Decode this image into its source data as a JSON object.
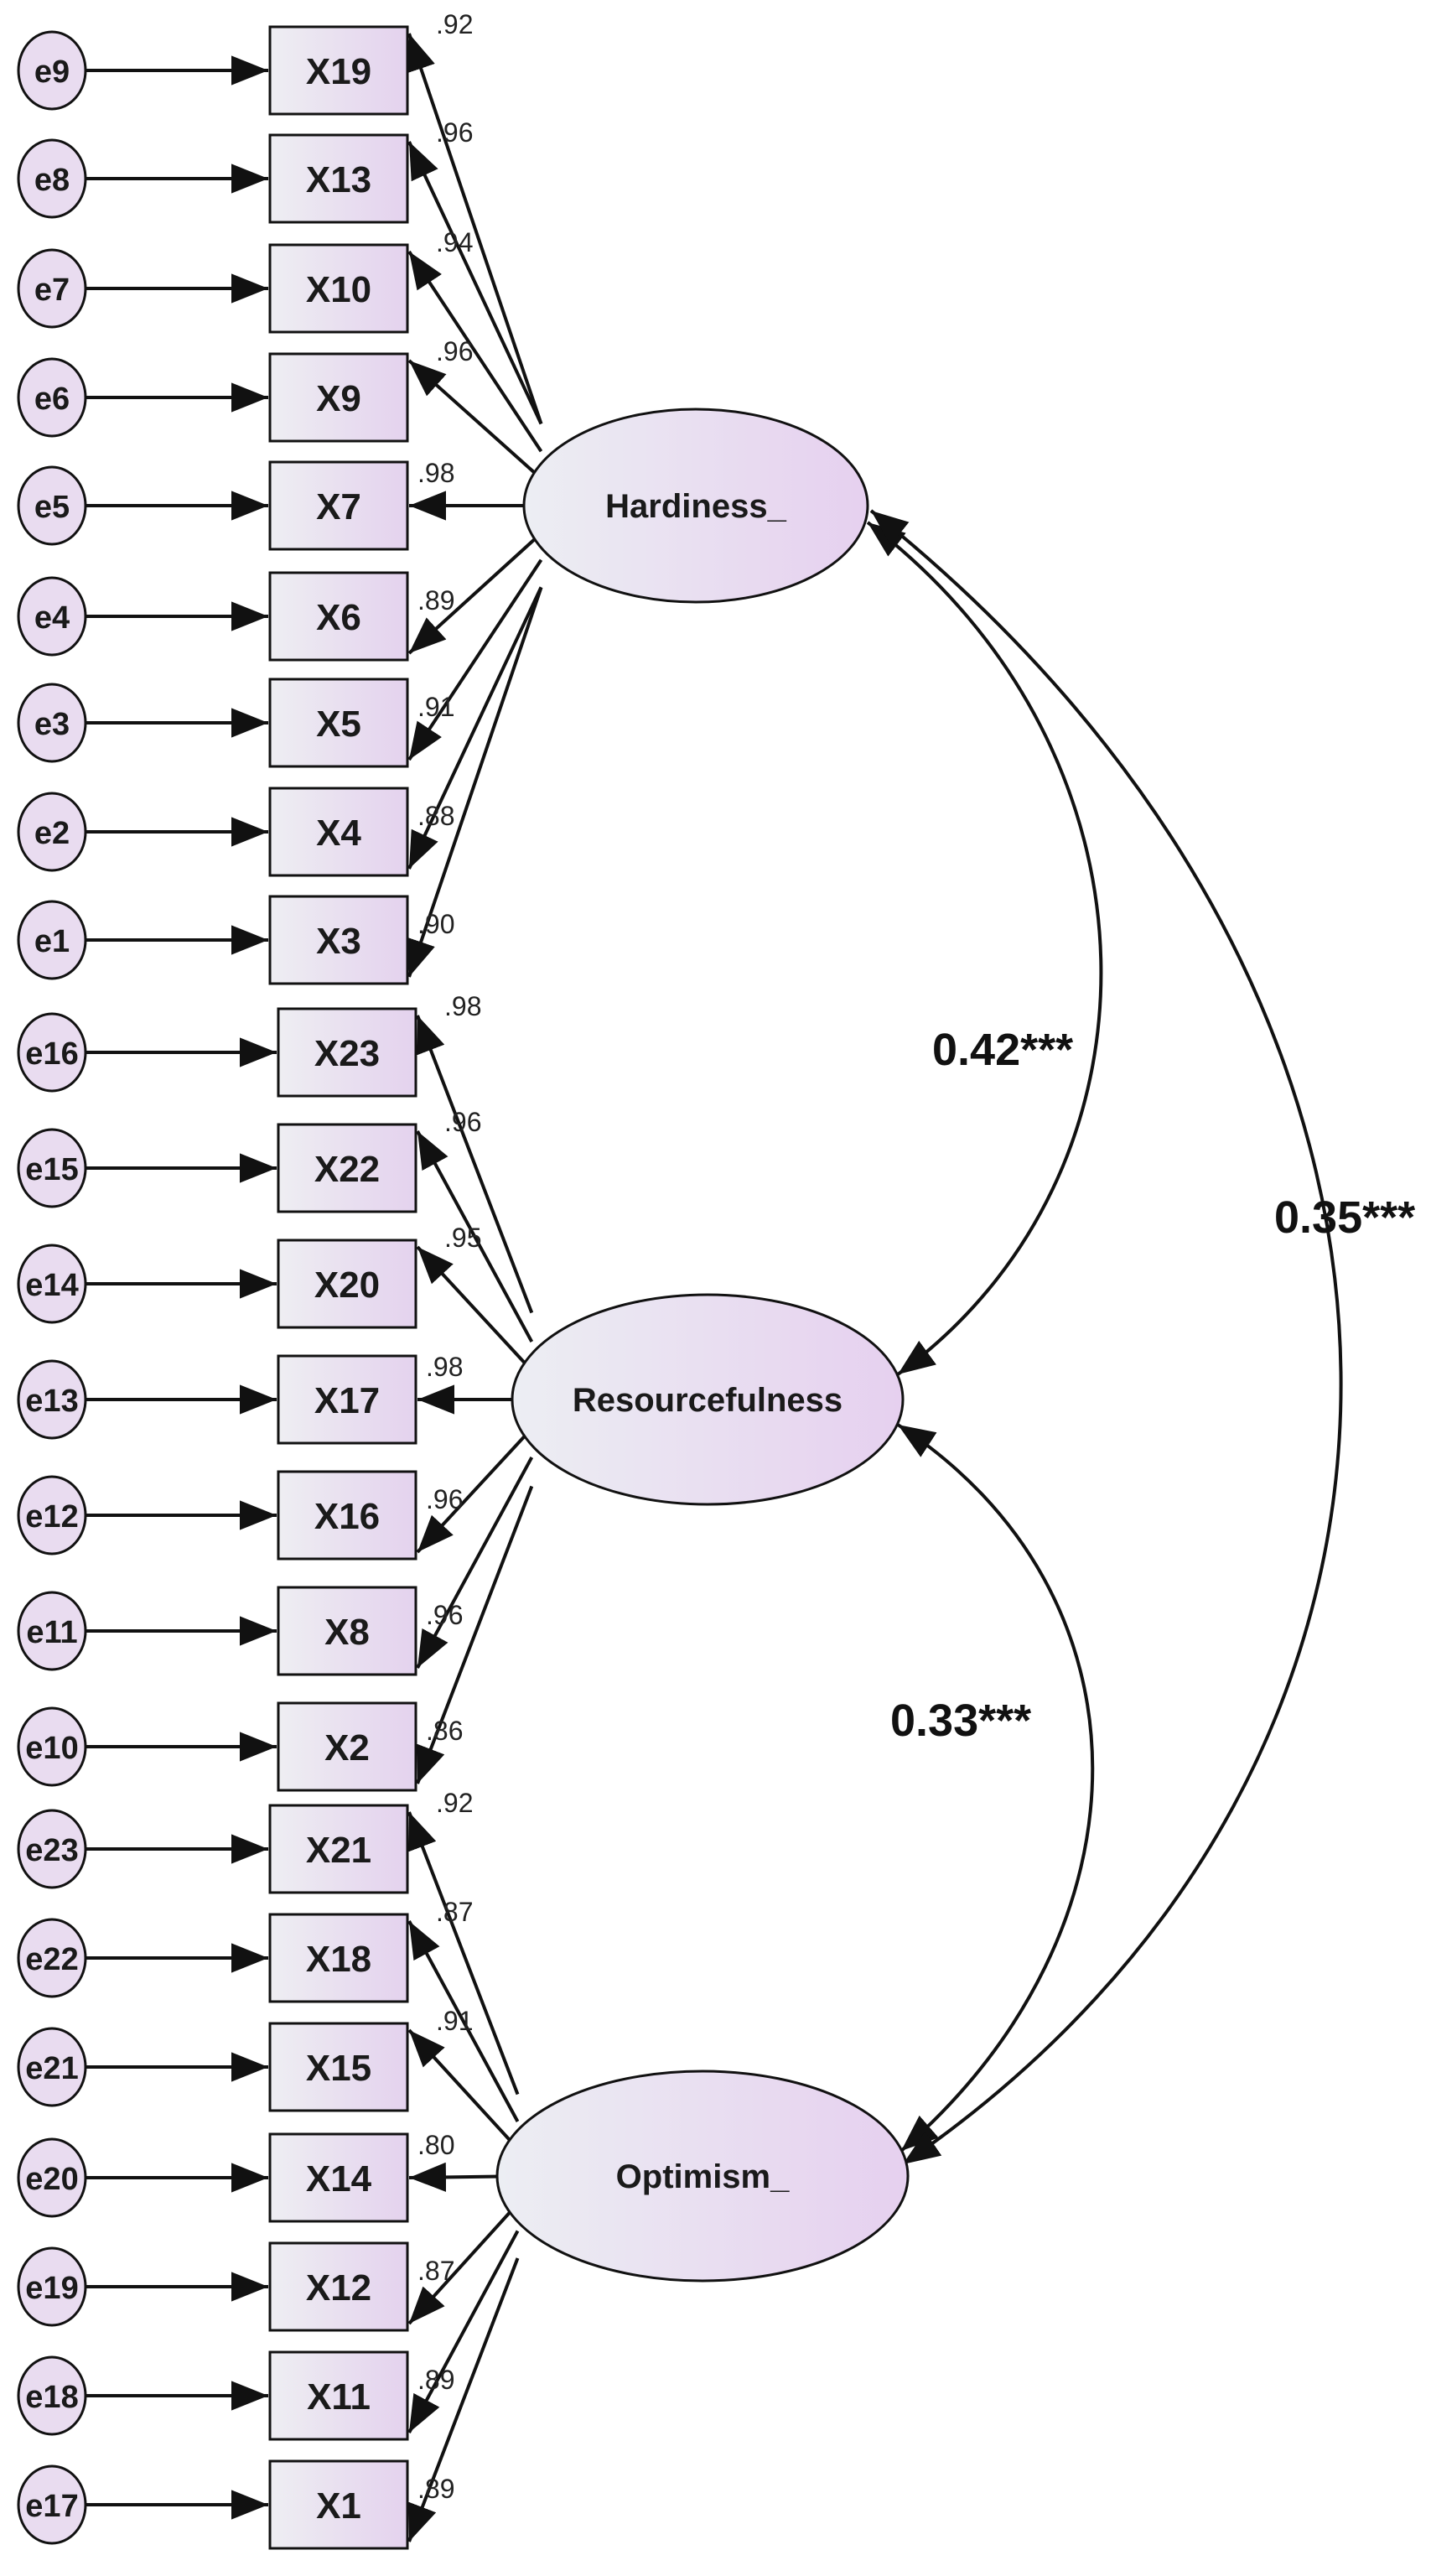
{
  "colors": {
    "node_fill_light": "#ece8f2",
    "node_fill_accent": "#e6d6ef",
    "error_fill": "#e9dcf0",
    "stroke": "#111111",
    "background": "#ffffff"
  },
  "factors": [
    {
      "id": "hardiness",
      "label": "Hardiness_"
    },
    {
      "id": "resourcefulness",
      "label": "Resourcefulness"
    },
    {
      "id": "optimism",
      "label": "Optimism_"
    }
  ],
  "indicators": [
    {
      "label": "X19",
      "error": "e9",
      "loading": ".92",
      "factor": "hardiness"
    },
    {
      "label": "X13",
      "error": "e8",
      "loading": ".96",
      "factor": "hardiness"
    },
    {
      "label": "X10",
      "error": "e7",
      "loading": ".94",
      "factor": "hardiness"
    },
    {
      "label": "X9",
      "error": "e6",
      "loading": ".96",
      "factor": "hardiness"
    },
    {
      "label": "X7",
      "error": "e5",
      "loading": ".98",
      "factor": "hardiness"
    },
    {
      "label": "X6",
      "error": "e4",
      "loading": ".89",
      "factor": "hardiness"
    },
    {
      "label": "X5",
      "error": "e3",
      "loading": ".91",
      "factor": "hardiness"
    },
    {
      "label": "X4",
      "error": "e2",
      "loading": ".88",
      "factor": "hardiness"
    },
    {
      "label": "X3",
      "error": "e1",
      "loading": ".90",
      "factor": "hardiness"
    },
    {
      "label": "X23",
      "error": "e16",
      "loading": ".98",
      "factor": "resourcefulness"
    },
    {
      "label": "X22",
      "error": "e15",
      "loading": ".96",
      "factor": "resourcefulness"
    },
    {
      "label": "X20",
      "error": "e14",
      "loading": ".95",
      "factor": "resourcefulness"
    },
    {
      "label": "X17",
      "error": "e13",
      "loading": ".98",
      "factor": "resourcefulness"
    },
    {
      "label": "X16",
      "error": "e12",
      "loading": ".96",
      "factor": "resourcefulness"
    },
    {
      "label": "X8",
      "error": "e11",
      "loading": ".96",
      "factor": "resourcefulness"
    },
    {
      "label": "X2",
      "error": "e10",
      "loading": ".86",
      "factor": "resourcefulness"
    },
    {
      "label": "X21",
      "error": "e23",
      "loading": ".92",
      "factor": "optimism"
    },
    {
      "label": "X18",
      "error": "e22",
      "loading": ".87",
      "factor": "optimism"
    },
    {
      "label": "X15",
      "error": "e21",
      "loading": ".91",
      "factor": "optimism"
    },
    {
      "label": "X14",
      "error": "e20",
      "loading": ".80",
      "factor": "optimism"
    },
    {
      "label": "X12",
      "error": "e19",
      "loading": ".87",
      "factor": "optimism"
    },
    {
      "label": "X11",
      "error": "e18",
      "loading": ".89",
      "factor": "optimism"
    },
    {
      "label": "X1",
      "error": "e17",
      "loading": ".89",
      "factor": "optimism"
    }
  ],
  "correlations": [
    {
      "from": "hardiness",
      "to": "resourcefulness",
      "label": "0.42***"
    },
    {
      "from": "resourcefulness",
      "to": "optimism",
      "label": "0.33***"
    },
    {
      "from": "hardiness",
      "to": "optimism",
      "label": "0.35***"
    }
  ]
}
